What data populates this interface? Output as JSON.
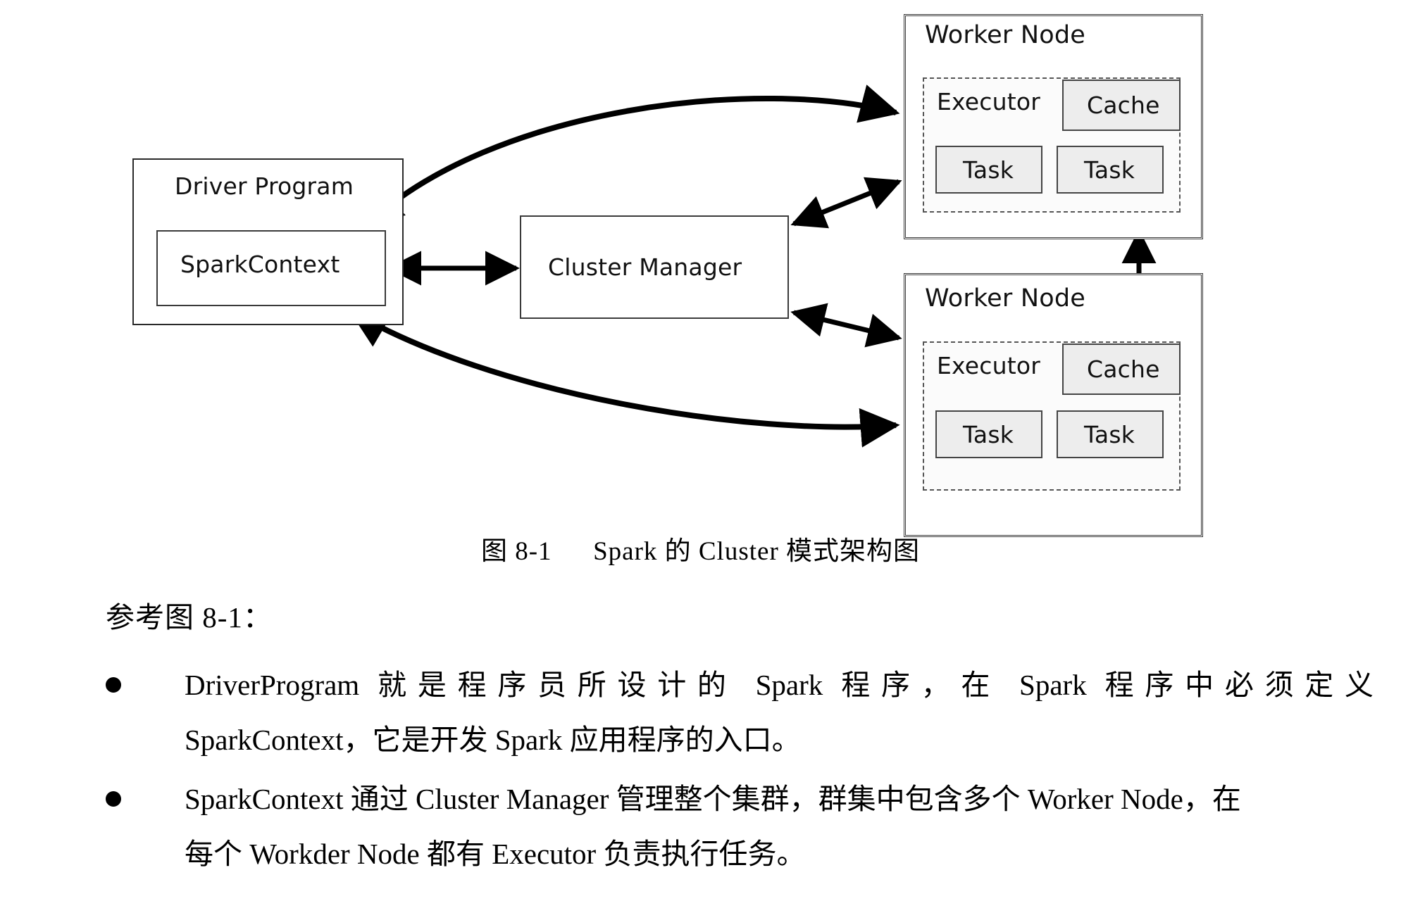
{
  "figure": {
    "driver_program": {
      "title": "Driver Program",
      "spark_context": "SparkContext"
    },
    "cluster_manager": {
      "title": "Cluster Manager"
    },
    "worker_nodes": [
      {
        "title": "Worker Node",
        "executor": "Executor",
        "cache": "Cache",
        "tasks": [
          "Task",
          "Task"
        ]
      },
      {
        "title": "Worker Node",
        "executor": "Executor",
        "cache": "Cache",
        "tasks": [
          "Task",
          "Task"
        ]
      }
    ],
    "caption": {
      "number": "图 8-1",
      "text": "Spark 的 Cluster 模式架构图"
    },
    "colors": {
      "stroke": "#2a2a2a",
      "fill_shaded": "#ededed",
      "background": "#ffffff"
    }
  },
  "body": {
    "intro": "参考图 8-1：",
    "bullets": [
      {
        "lines": [
          "DriverProgram 就是程序员所设计的 Spark 程序，在 Spark 程序中必须定义",
          "SparkContext，它是开发 Spark 应用程序的入口。"
        ]
      },
      {
        "lines": [
          "SparkContext 通过 Cluster Manager 管理整个集群，群集中包含多个 Worker Node，在",
          "每个 Workder Node 都有 Executor 负责执行任务。"
        ]
      }
    ]
  }
}
